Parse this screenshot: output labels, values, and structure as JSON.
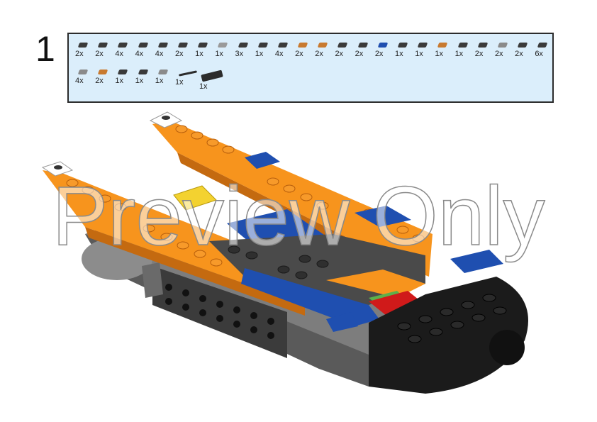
{
  "step": {
    "number": "1"
  },
  "parts": {
    "row1": [
      {
        "qty": "2x",
        "color": "#3a3a3a"
      },
      {
        "qty": "2x",
        "color": "#3a3a3a"
      },
      {
        "qty": "4x",
        "color": "#3a3a3a"
      },
      {
        "qty": "4x",
        "color": "#3a3a3a"
      },
      {
        "qty": "4x",
        "color": "#3a3a3a"
      },
      {
        "qty": "2x",
        "color": "#3a3a3a"
      },
      {
        "qty": "1x",
        "color": "#3a3a3a"
      },
      {
        "qty": "1x",
        "color": "#9a9a9a"
      },
      {
        "qty": "3x",
        "color": "#3a3a3a"
      },
      {
        "qty": "1x",
        "color": "#3a3a3a"
      },
      {
        "qty": "4x",
        "color": "#3a3a3a"
      },
      {
        "qty": "2x",
        "color": "#c87a30"
      },
      {
        "qty": "2x",
        "color": "#c87a30"
      },
      {
        "qty": "2x",
        "color": "#3a3a3a"
      },
      {
        "qty": "2x",
        "color": "#3a3a3a"
      },
      {
        "qty": "2x",
        "color": "#1f4fb0"
      },
      {
        "qty": "1x",
        "color": "#3a3a3a"
      },
      {
        "qty": "1x",
        "color": "#3a3a3a"
      },
      {
        "qty": "1x",
        "color": "#c87a30"
      },
      {
        "qty": "1x",
        "color": "#3a3a3a"
      },
      {
        "qty": "2x",
        "color": "#3a3a3a"
      },
      {
        "qty": "2x",
        "color": "#8a8a8a"
      },
      {
        "qty": "2x",
        "color": "#3a3a3a"
      },
      {
        "qty": "6x",
        "color": "#3a3a3a"
      }
    ],
    "row2": [
      {
        "qty": "4x",
        "color": "#8a8a8a",
        "kind": "part"
      },
      {
        "qty": "2x",
        "color": "#c87a30",
        "kind": "part"
      },
      {
        "qty": "1x",
        "color": "#3a3a3a",
        "kind": "part"
      },
      {
        "qty": "1x",
        "color": "#3a3a3a",
        "kind": "part"
      },
      {
        "qty": "1x",
        "color": "#8a8a8a",
        "kind": "part"
      },
      {
        "qty": "1x",
        "color": "#2c2c2c",
        "kind": "wide"
      },
      {
        "qty": "1x",
        "color": "#2c2c2c",
        "kind": "plate"
      }
    ]
  },
  "watermark": {
    "text": "Preview Only"
  },
  "colors": {
    "orange": "#f7941d",
    "orange_dark": "#c46a10",
    "blue": "#1f4fb0",
    "black": "#1b1b1b",
    "grey": "#7d7d7d",
    "grey_dark": "#4a4a4a",
    "red": "#d01a1a",
    "yellow": "#f3d230",
    "green": "#5bb04a",
    "panel_bg": "#dbeefb"
  }
}
